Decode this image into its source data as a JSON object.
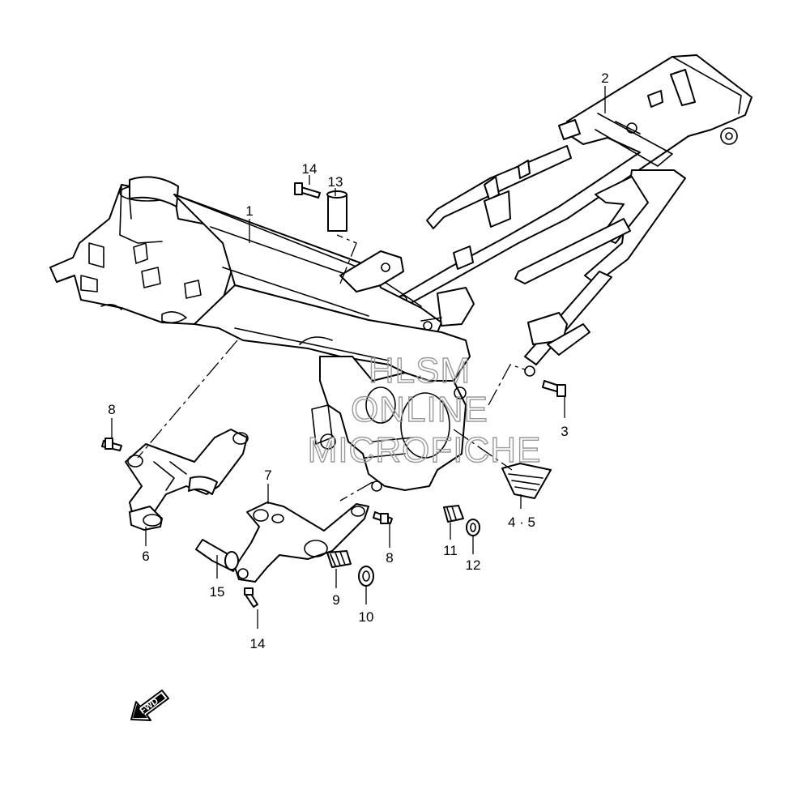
{
  "callouts": {
    "c1": "1",
    "c2": "2",
    "c3": "3",
    "c45": "4 · 5",
    "c6": "6",
    "c7": "7",
    "c8a": "8",
    "c8b": "8",
    "c9": "9",
    "c10": "10",
    "c11": "11",
    "c12": "12",
    "c13": "13",
    "c14a": "14",
    "c14b": "14",
    "c15": "15"
  },
  "watermark": {
    "line1": "HLSM",
    "line2": "ONLINE",
    "line3": "MICROFICHE"
  },
  "fwd": "FWD",
  "colors": {
    "line": "#000000",
    "watermark": "#9a9a9a",
    "background": "#ffffff"
  }
}
